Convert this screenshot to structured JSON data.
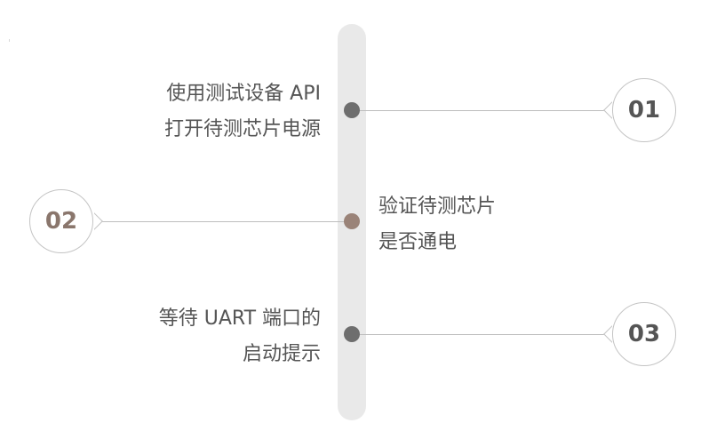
{
  "colors": {
    "track": "#e9e9e9",
    "dot_dark": "#6e6e6e",
    "dot_accent": "#9a8378",
    "badge_text_dark": "#555555",
    "badge_text_accent": "#8a766c",
    "text": "#555555"
  },
  "steps": [
    {
      "number": "01",
      "line1": "使用测试设备 API",
      "line2": "打开待测芯片电源"
    },
    {
      "number": "02",
      "line1": "验证待测芯片",
      "line2": "是否通电"
    },
    {
      "number": "03",
      "line1": "等待 UART 端口的",
      "line2": "启动提示"
    }
  ]
}
